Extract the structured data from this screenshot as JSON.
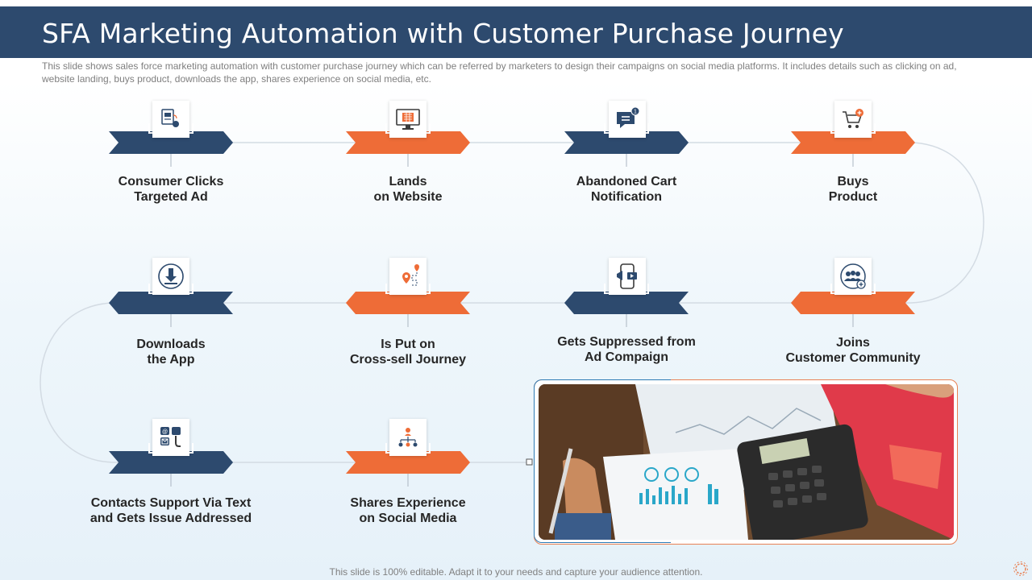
{
  "header": {
    "title": "SFA Marketing Automation with Customer Purchase Journey",
    "subtitle": "This slide shows sales force marketing automation with customer purchase journey which can be referred  by marketers to design their campaigns on social media platforms. It includes details such as clicking on ad, website landing, buys product, downloads the app, shares experience  on social media, etc."
  },
  "steps": [
    {
      "line1": "Consumer Clicks",
      "line2": "Targeted Ad",
      "icon": "ad-click-icon",
      "color": "#2d4a6e"
    },
    {
      "line1": "Lands",
      "line2": "on Website",
      "icon": "website-monitor-icon",
      "color": "#ee6c37"
    },
    {
      "line1": "Abandoned Cart",
      "line2": "Notification",
      "icon": "notification-chat-icon",
      "color": "#2d4a6e"
    },
    {
      "line1": "Buys",
      "line2": "Product",
      "icon": "shopping-cart-icon",
      "color": "#ee6c37"
    },
    {
      "line1": "Joins",
      "line2": "Customer Community",
      "icon": "community-icon",
      "color": "#ee6c37"
    },
    {
      "line1": "Gets  Suppressed from",
      "line2": "Ad Compaign",
      "icon": "mobile-ad-icon",
      "color": "#2d4a6e"
    },
    {
      "line1": "Is Put on",
      "line2": "Cross-sell Journey",
      "icon": "journey-pin-icon",
      "color": "#ee6c37"
    },
    {
      "line1": "Downloads",
      "line2": "the App",
      "icon": "download-icon",
      "color": "#2d4a6e"
    },
    {
      "line1": "Contacts Support Via Text",
      "line2": "and Gets Issue Addressed",
      "icon": "support-contact-icon",
      "color": "#2d4a6e"
    },
    {
      "line1": "Shares Experience",
      "line2": "on Social Media",
      "icon": "social-share-icon",
      "color": "#ee6c37"
    }
  ],
  "photo": {
    "description_icon": "business-desk-photo"
  },
  "footer": {
    "text": "This slide is 100% editable. Adapt it to your  needs and capture your audience attention."
  },
  "colors": {
    "navy": "#2d4a6e",
    "orange": "#ee6c37",
    "connector": "#c9d4de"
  }
}
